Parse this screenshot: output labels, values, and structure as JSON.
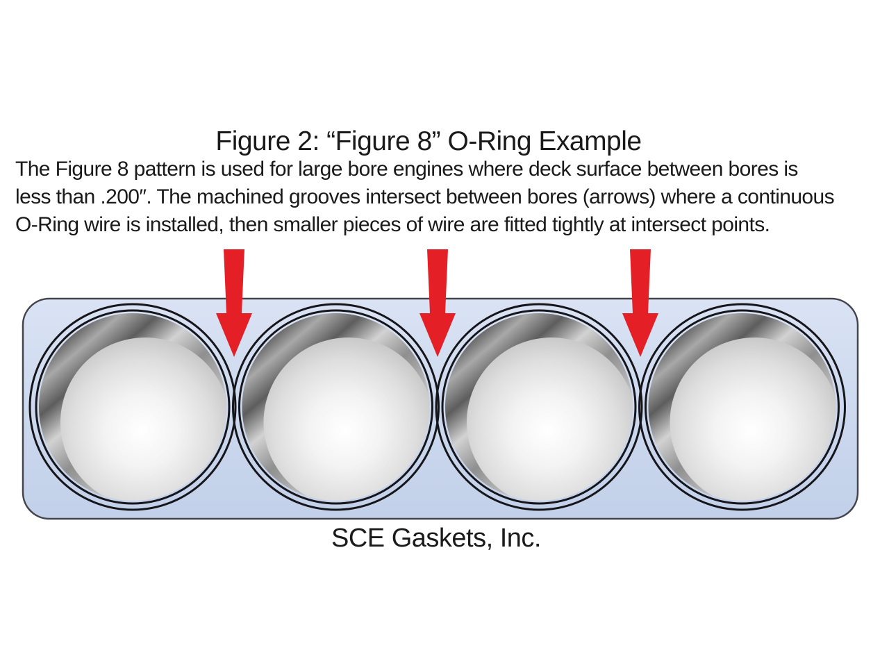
{
  "title": "Figure 2:  “Figure 8” O-Ring Example",
  "description": {
    "lines": [
      "The Figure 8 pattern is used for large bore engines where deck surface between bores is",
      "less than .200″. The machined grooves intersect between bores (arrows) where a continuous",
      "O-Ring wire is installed, then smaller pieces of wire are fitted tightly at intersect points."
    ]
  },
  "caption": "SCE Gaskets, Inc.",
  "diagram": {
    "bore_count": 4,
    "arrow_count": 3,
    "colors": {
      "arrow_red": "#e41f26",
      "gasket_blue_top": "#dae3f4",
      "gasket_blue_bottom": "#c2d0e9",
      "gasket_outline": "#44444d",
      "ring_black": "#16161a",
      "background": "#ffffff",
      "text": "#1a1a1a"
    }
  }
}
